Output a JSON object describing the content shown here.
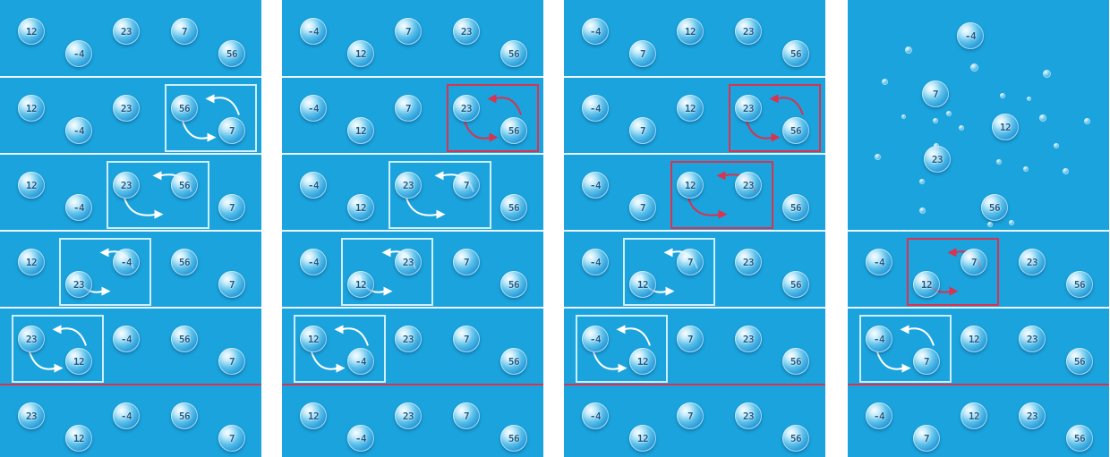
{
  "colors": {
    "background": "#1aa3dd",
    "bubble_text": "#1a5a88",
    "swap_box": "#e6f8ff",
    "active_swap": "#d9334f",
    "divider": "#ffffff",
    "sorted_divider": "#d9334f"
  },
  "panels": [
    {
      "rows": [
        {
          "values": [
            "12",
            "-4",
            "23",
            "7",
            "56"
          ]
        },
        {
          "values": [
            "12",
            "-4",
            "23",
            "56",
            "7"
          ],
          "swap": [
            3,
            4
          ],
          "active": false
        },
        {
          "values": [
            "12",
            "-4",
            "23",
            "56",
            "7"
          ],
          "swap": [
            2,
            3
          ],
          "active": false
        },
        {
          "values": [
            "12",
            "23",
            "-4",
            "56",
            "7"
          ],
          "swap": [
            1,
            2
          ],
          "active": false
        },
        {
          "values": [
            "23",
            "12",
            "-4",
            "56",
            "7"
          ],
          "swap": [
            0,
            1
          ],
          "active": false
        },
        {
          "values": [
            "23",
            "12",
            "-4",
            "56",
            "7"
          ]
        }
      ]
    },
    {
      "rows": [
        {
          "values": [
            "-4",
            "12",
            "7",
            "23",
            "56"
          ]
        },
        {
          "values": [
            "-4",
            "12",
            "7",
            "23",
            "56"
          ],
          "swap": [
            3,
            4
          ],
          "active": true
        },
        {
          "values": [
            "-4",
            "12",
            "23",
            "7",
            "56"
          ],
          "swap": [
            2,
            3
          ],
          "active": false
        },
        {
          "values": [
            "-4",
            "12",
            "23",
            "7",
            "56"
          ],
          "swap": [
            1,
            2
          ],
          "active": false
        },
        {
          "values": [
            "12",
            "-4",
            "23",
            "7",
            "56"
          ],
          "swap": [
            0,
            1
          ],
          "active": false
        },
        {
          "values": [
            "12",
            "-4",
            "23",
            "7",
            "56"
          ]
        }
      ]
    },
    {
      "rows": [
        {
          "values": [
            "-4",
            "7",
            "12",
            "23",
            "56"
          ]
        },
        {
          "values": [
            "-4",
            "7",
            "12",
            "23",
            "56"
          ],
          "swap": [
            3,
            4
          ],
          "active": true
        },
        {
          "values": [
            "-4",
            "7",
            "12",
            "23",
            "56"
          ],
          "swap": [
            2,
            3
          ],
          "active": true
        },
        {
          "values": [
            "-4",
            "12",
            "7",
            "23",
            "56"
          ],
          "swap": [
            1,
            2
          ],
          "active": false
        },
        {
          "values": [
            "-4",
            "12",
            "7",
            "23",
            "56"
          ],
          "swap": [
            0,
            1
          ],
          "active": false
        },
        {
          "values": [
            "-4",
            "12",
            "7",
            "23",
            "56"
          ]
        }
      ]
    },
    {
      "floating": [
        "-4",
        "7",
        "12",
        "23",
        "56"
      ],
      "rows": [
        {
          "values": [
            "-4",
            "12",
            "7",
            "23",
            "56"
          ],
          "swap": [
            1,
            2
          ],
          "active": true
        },
        {
          "values": [
            "-4",
            "7",
            "12",
            "23",
            "56"
          ],
          "swap": [
            0,
            1
          ],
          "active": false
        },
        {
          "values": [
            "-4",
            "7",
            "12",
            "23",
            "56"
          ]
        }
      ]
    }
  ]
}
